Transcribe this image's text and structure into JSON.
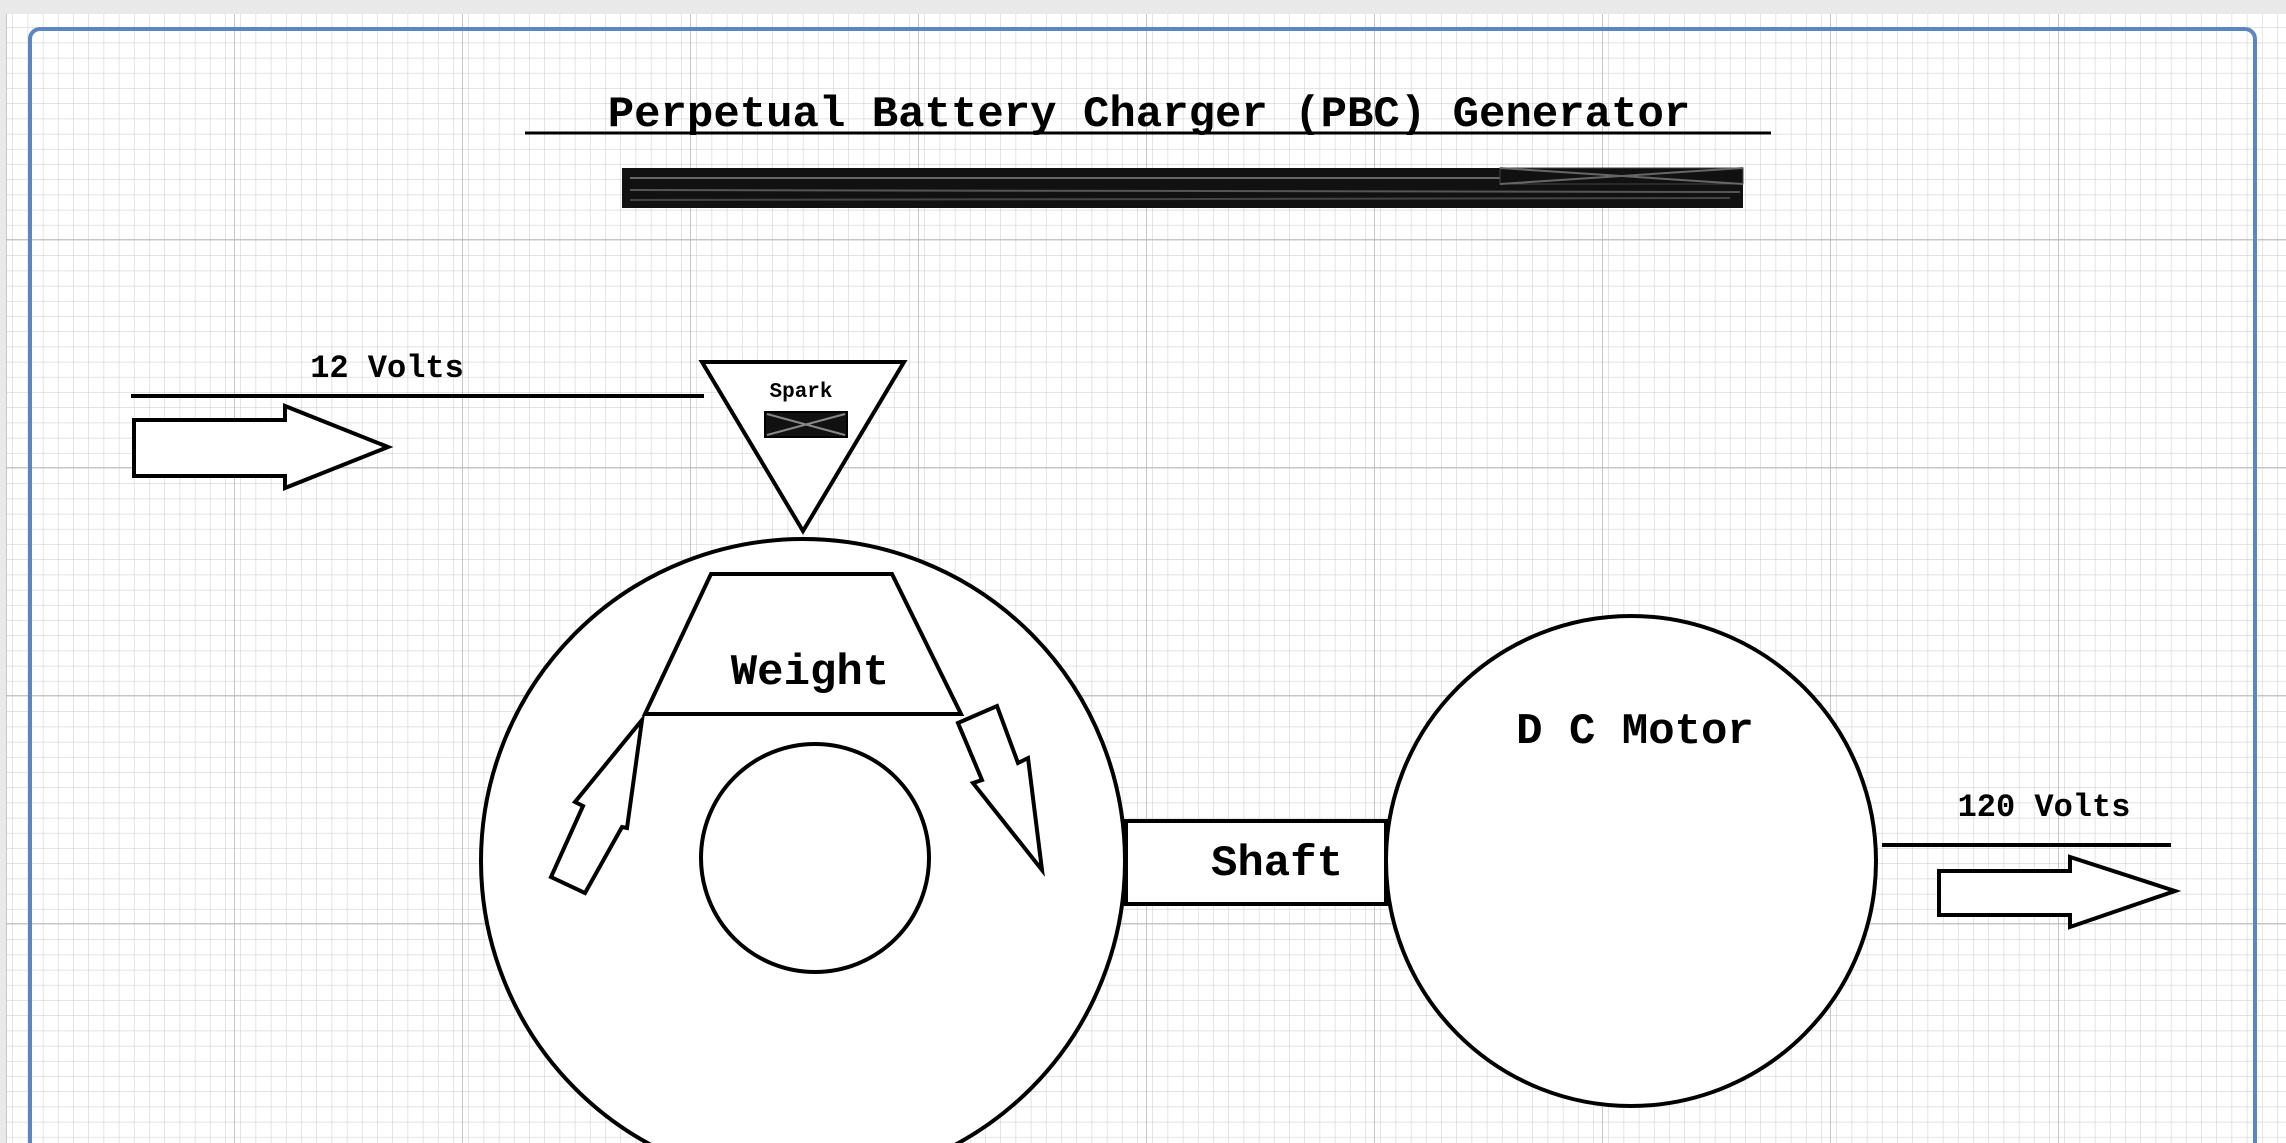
{
  "diagram": {
    "title": "Perpetual Battery Charger (PBC) Generator",
    "input_label": "12 Volts",
    "spark_label": "Spark",
    "weight_label": "Weight",
    "shaft_label": "Shaft",
    "motor_label": "D C Motor",
    "output_label": "120 Volts"
  },
  "colors": {
    "frame": "#5b86c0",
    "grid_minor": "#d2d2d2",
    "grid_major": "#b4b4b4",
    "ink": "#000000"
  }
}
